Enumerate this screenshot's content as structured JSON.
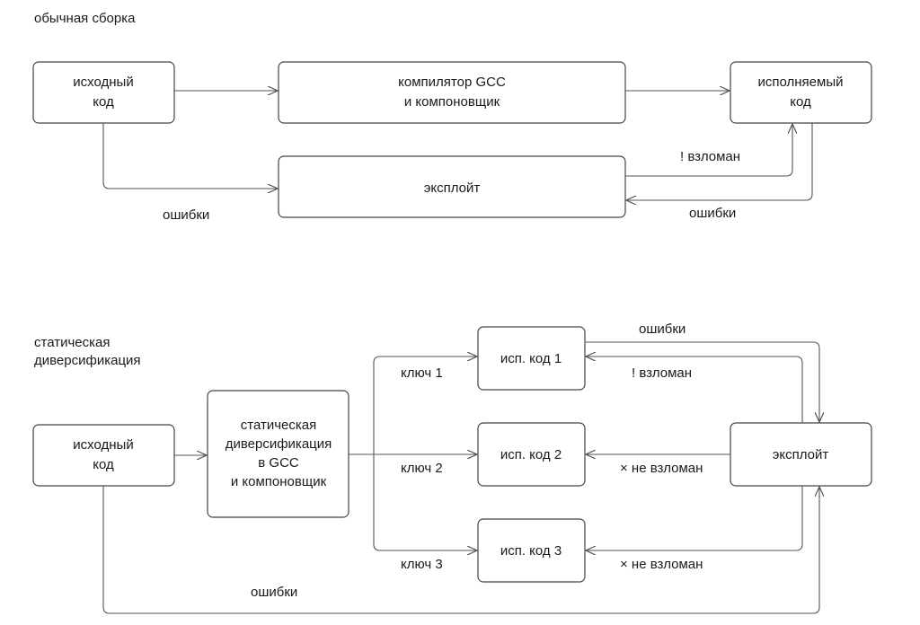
{
  "sections": {
    "normal": {
      "title": "обычная сборка",
      "source": [
        "исходный",
        "код"
      ],
      "compiler": [
        "компилятор GCC",
        "и компоновщик"
      ],
      "executable": [
        "исполняемый",
        "код"
      ],
      "exploit": "эксплойт",
      "labels": {
        "bugs_left": "ошибки",
        "hacked": "! взломан",
        "bugs_right": "ошибки"
      }
    },
    "static": {
      "title": [
        "статическая",
        "диверсификация"
      ],
      "source": [
        "исходный",
        "код"
      ],
      "diversifier": [
        "статическая",
        "диверсификация",
        "в GCC",
        "и компоновщик"
      ],
      "outputs": [
        "исп. код 1",
        "исп. код 2",
        "исп. код 3"
      ],
      "keys": [
        "ключ 1",
        "ключ 2",
        "ключ 3"
      ],
      "exploit": "эксплойт",
      "labels": {
        "bugs_top": "ошибки",
        "hacked": "! взломан",
        "not_hacked_2": "× не взломан",
        "not_hacked_3": "× не взломан",
        "bugs_bottom": "ошибки"
      }
    }
  }
}
